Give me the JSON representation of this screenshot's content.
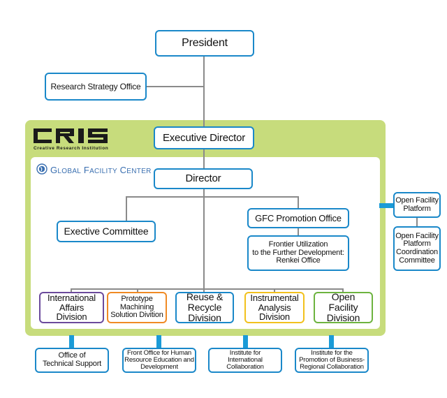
{
  "org": {
    "president": "President",
    "research_strategy_office": "Research Strategy Office",
    "executive_director": "Executive Director",
    "director": "Director",
    "executive_committee": "Exective Committee",
    "gfc_promotion_office": "GFC Promotion Office",
    "renkei_office": "Frontier Utilization\nto the Further Development:\nRenkei Office",
    "open_facility_platform": "Open Facility\nPlatform",
    "platform_coordination_committee": "Open Facility\nPlatform\nCoordination\nCommittee"
  },
  "cris": {
    "logo_text": "CRIS",
    "subtitle": "Creative Research Institution"
  },
  "gfc": {
    "name_first": "G",
    "name_first_rest": "LOBAL",
    "name_second": "F",
    "name_second_rest": "ACILITY",
    "name_third": "C",
    "name_third_rest": "ENTER"
  },
  "divisions": [
    {
      "label": "International\nAffairs\nDivision",
      "color": "#6b4a9c"
    },
    {
      "label": "Prototype\nMachining\nSolution Divition",
      "color": "#f08a24"
    },
    {
      "label": "Reuse &\nRecycle\nDivision",
      "color": "#1a88c9"
    },
    {
      "label": "Instrumental\nAnalysis\nDivision",
      "color": "#f2c11d"
    },
    {
      "label": "Open\nFacility\nDivision",
      "color": "#6db33f"
    }
  ],
  "affiliates": [
    {
      "label": "Office of\nTechnical Support"
    },
    {
      "label": "Front Office for Human\nResource Education and\nDevelopment"
    },
    {
      "label": "Institute for\nInternational Collaboration"
    },
    {
      "label": "Institute for the\nPromotion of Business-\nRegional Collaboration"
    }
  ],
  "colors": {
    "box_border": "#1a88c9",
    "band": "#c7dc7c",
    "connector": "#8a8a8a",
    "link": "#1a9bd7"
  }
}
